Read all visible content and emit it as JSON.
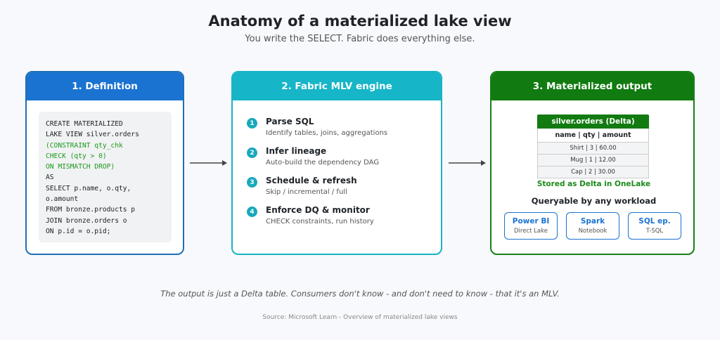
{
  "title": "Anatomy of a materialized lake view",
  "subtitle": "You write the SELECT. Fabric does everything else.",
  "definition": {
    "heading": "1. Definition",
    "code_lines": [
      {
        "text": "CREATE MATERIALIZED",
        "color": "default"
      },
      {
        "text": "LAKE VIEW silver.orders",
        "color": "default"
      },
      {
        "text": "(CONSTRAINT qty_chk",
        "color": "green"
      },
      {
        "text": "CHECK (qty > 0)",
        "color": "green"
      },
      {
        "text": "ON MISMATCH DROP)",
        "color": "green"
      },
      {
        "text": "AS",
        "color": "default"
      },
      {
        "text": "SELECT p.name, o.qty,",
        "color": "default"
      },
      {
        "text": "o.amount",
        "color": "default"
      },
      {
        "text": "FROM bronze.products p",
        "color": "default"
      },
      {
        "text": "JOIN bronze.orders o",
        "color": "default"
      },
      {
        "text": "ON p.id = o.pid;",
        "color": "default"
      }
    ]
  },
  "engine": {
    "heading": "2. Fabric MLV engine",
    "steps": [
      {
        "num": "1",
        "title": "Parse SQL",
        "desc": "Identify tables, joins, aggregations"
      },
      {
        "num": "2",
        "title": "Infer lineage",
        "desc": "Auto-build the dependency DAG"
      },
      {
        "num": "3",
        "title": "Schedule & refresh",
        "desc": "Skip / incremental / full"
      },
      {
        "num": "4",
        "title": "Enforce DQ & monitor",
        "desc": "CHECK constraints, run history"
      }
    ]
  },
  "output": {
    "heading": "3. Materialized output",
    "table_name": "silver.orders (Delta)",
    "columns": "name | qty | amount",
    "rows": [
      "Shirt | 3 | 60.00",
      "Mug | 1 | 12.00",
      "Cap | 2 | 30.00"
    ],
    "stored": "Stored as Delta in OneLake",
    "queryable": "Queryable by any workload",
    "consumers": [
      {
        "name": "Power BI",
        "sub": "Direct Lake"
      },
      {
        "name": "Spark",
        "sub": "Notebook"
      },
      {
        "name": "SQL ep.",
        "sub": "T-SQL"
      }
    ]
  },
  "footnote": "The output is just a Delta table. Consumers don't know - and don't need to know - that it's an MLV.",
  "source": "Source: Microsoft Learn - Overview of materialized lake views",
  "colors": {
    "definition": "#1b73d1",
    "engine": "#16b5c7",
    "output": "#117b11",
    "code_green": "#1a9a1a"
  }
}
